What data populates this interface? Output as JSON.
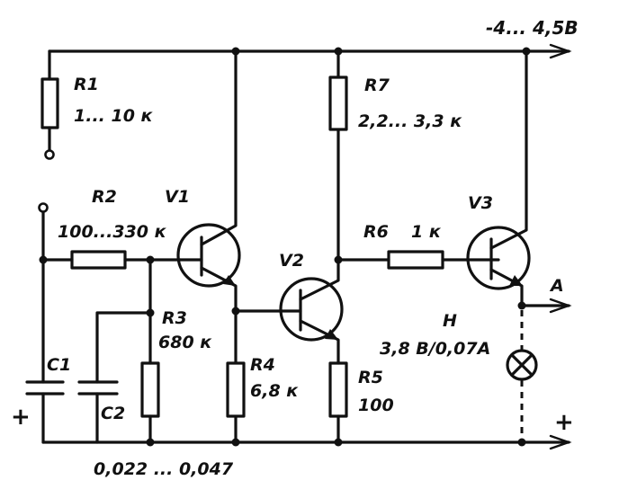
{
  "supply_label": "-4... 4,5В",
  "resistors": {
    "r1": {
      "ref": "R1",
      "value": "1... 10 к"
    },
    "r2": {
      "ref": "R2",
      "value": "100...330 к"
    },
    "r3": {
      "ref": "R3",
      "value": "680 к"
    },
    "r4": {
      "ref": "R4",
      "value": "6,8 к"
    },
    "r5": {
      "ref": "R5",
      "value": "100"
    },
    "r6": {
      "ref": "R6",
      "value": "1 к"
    },
    "r7": {
      "ref": "R7",
      "value": "2,2... 3,3 к"
    }
  },
  "transistors": {
    "v1": "V1",
    "v2": "V2",
    "v3": "V3"
  },
  "capacitors": {
    "c1": "C1",
    "c2": "C2",
    "value": "0,022 ... 0,047"
  },
  "lamp": {
    "ref": "H",
    "value": "3,8 В/0,07А"
  },
  "output_label": "A",
  "polarity": {
    "c1_plus": "+",
    "rail_plus": "+"
  }
}
